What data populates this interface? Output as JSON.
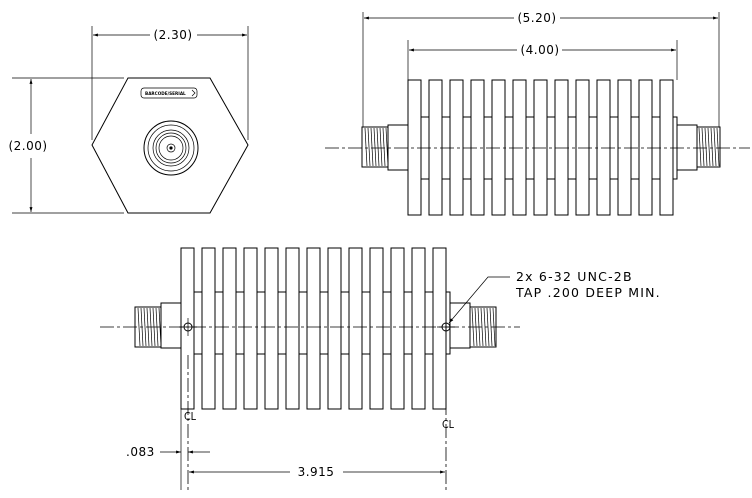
{
  "end_view": {
    "width_label": "(2.30)",
    "height_label": "(2.00)",
    "barcode_label": "BARCODE/SERIAL"
  },
  "side_view": {
    "overall_length_label": "(5.20)",
    "body_length_label": "(4.00)"
  },
  "bottom_view": {
    "offset_label": ".083",
    "hole_spacing_label": "3.915",
    "note_line1": "2x  6-32  UNC-2B",
    "note_line2": "TAP  .200  DEEP  MIN.",
    "centerline_left": "CL",
    "centerline_right": "CL"
  }
}
